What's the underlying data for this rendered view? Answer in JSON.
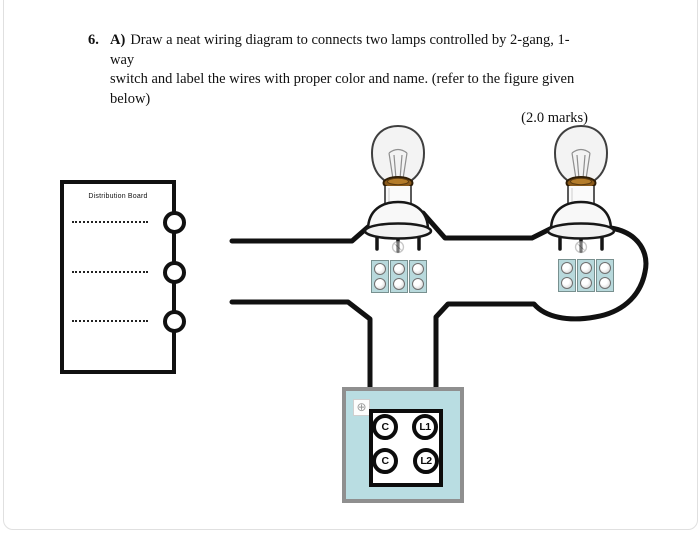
{
  "question": {
    "number": "6.",
    "part": "A)",
    "line1": "Draw a neat wiring diagram to connects two lamps controlled by 2-gang, 1-way",
    "line2": "switch and label the wires with proper color and name. (refer to the figure given below)",
    "marks": "(2.0 marks)"
  },
  "figure": {
    "distribution_board": {
      "label": "Distribution Board",
      "dotted_rows": 3,
      "edge_terminals": 3
    },
    "lamps": {
      "count": 2
    },
    "terminal_blocks": {
      "count": 2,
      "segments_per_block": 3,
      "screws_per_segment": 2
    },
    "switch_terminals": [
      "C",
      "L1",
      "C",
      "L2"
    ],
    "icons": {
      "screw_glyph": "⊕"
    },
    "colors": {
      "wire": "#111111",
      "terminal_block_fill": "#b8d9dc",
      "switch_box_fill": "#b9dde2",
      "switch_box_border": "#8f8f8f",
      "bulb_brass": "#8a5a1b"
    }
  }
}
